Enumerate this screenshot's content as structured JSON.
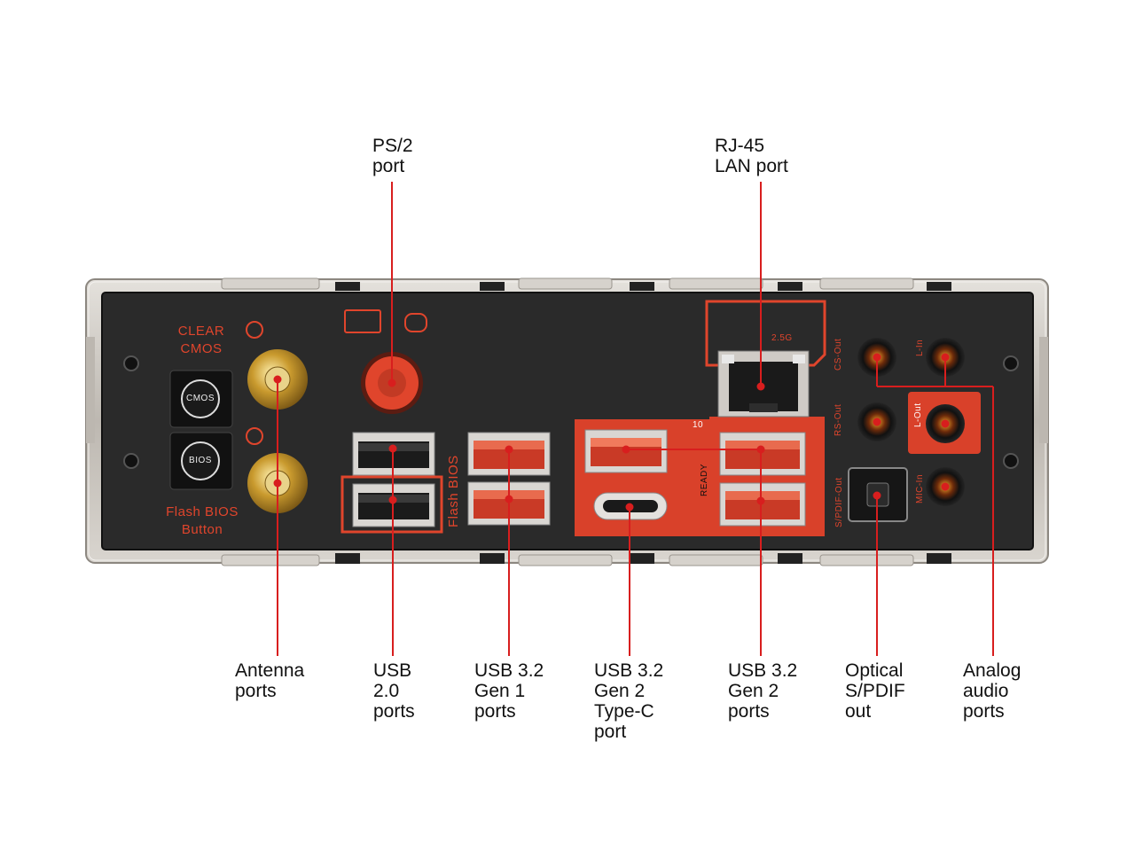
{
  "top_labels": {
    "ps2": "PS/2\nport",
    "rj45": "RJ-45\nLAN port"
  },
  "bottom_labels": {
    "antenna": "Antenna\nports",
    "usb20": "USB\n2.0\nports",
    "usb32g1": "USB 3.2\nGen 1\nports",
    "usb32g2c": "USB 3.2\nGen 2\nType-C\nport",
    "usb32g2": "USB 3.2\nGen 2\nports",
    "optical": "Optical\nS/PDIF\nout",
    "analog": "Analog\naudio\nports"
  },
  "silkscreen": {
    "clear_cmos": "CLEAR\nCMOS",
    "flash_bios_button": "Flash BIOS\nButton",
    "flash_bios": "Flash BIOS",
    "cmos_btn": "CMOS",
    "bios_btn": "BIOS",
    "lan_speed": "2.5G",
    "ss_10": "10",
    "vr_ready": "READY",
    "cs_out": "CS-Out",
    "rs_out": "RS-Out",
    "l_in": "L-In",
    "l_out": "L-Out",
    "mic_in": "MIC-In",
    "spdif_out": "S/PDIF-Out"
  },
  "colors": {
    "panel": "#2a2a2a",
    "accent": "#e0452c",
    "leader": "#d81e1e",
    "metal": "#c9c4bd"
  }
}
